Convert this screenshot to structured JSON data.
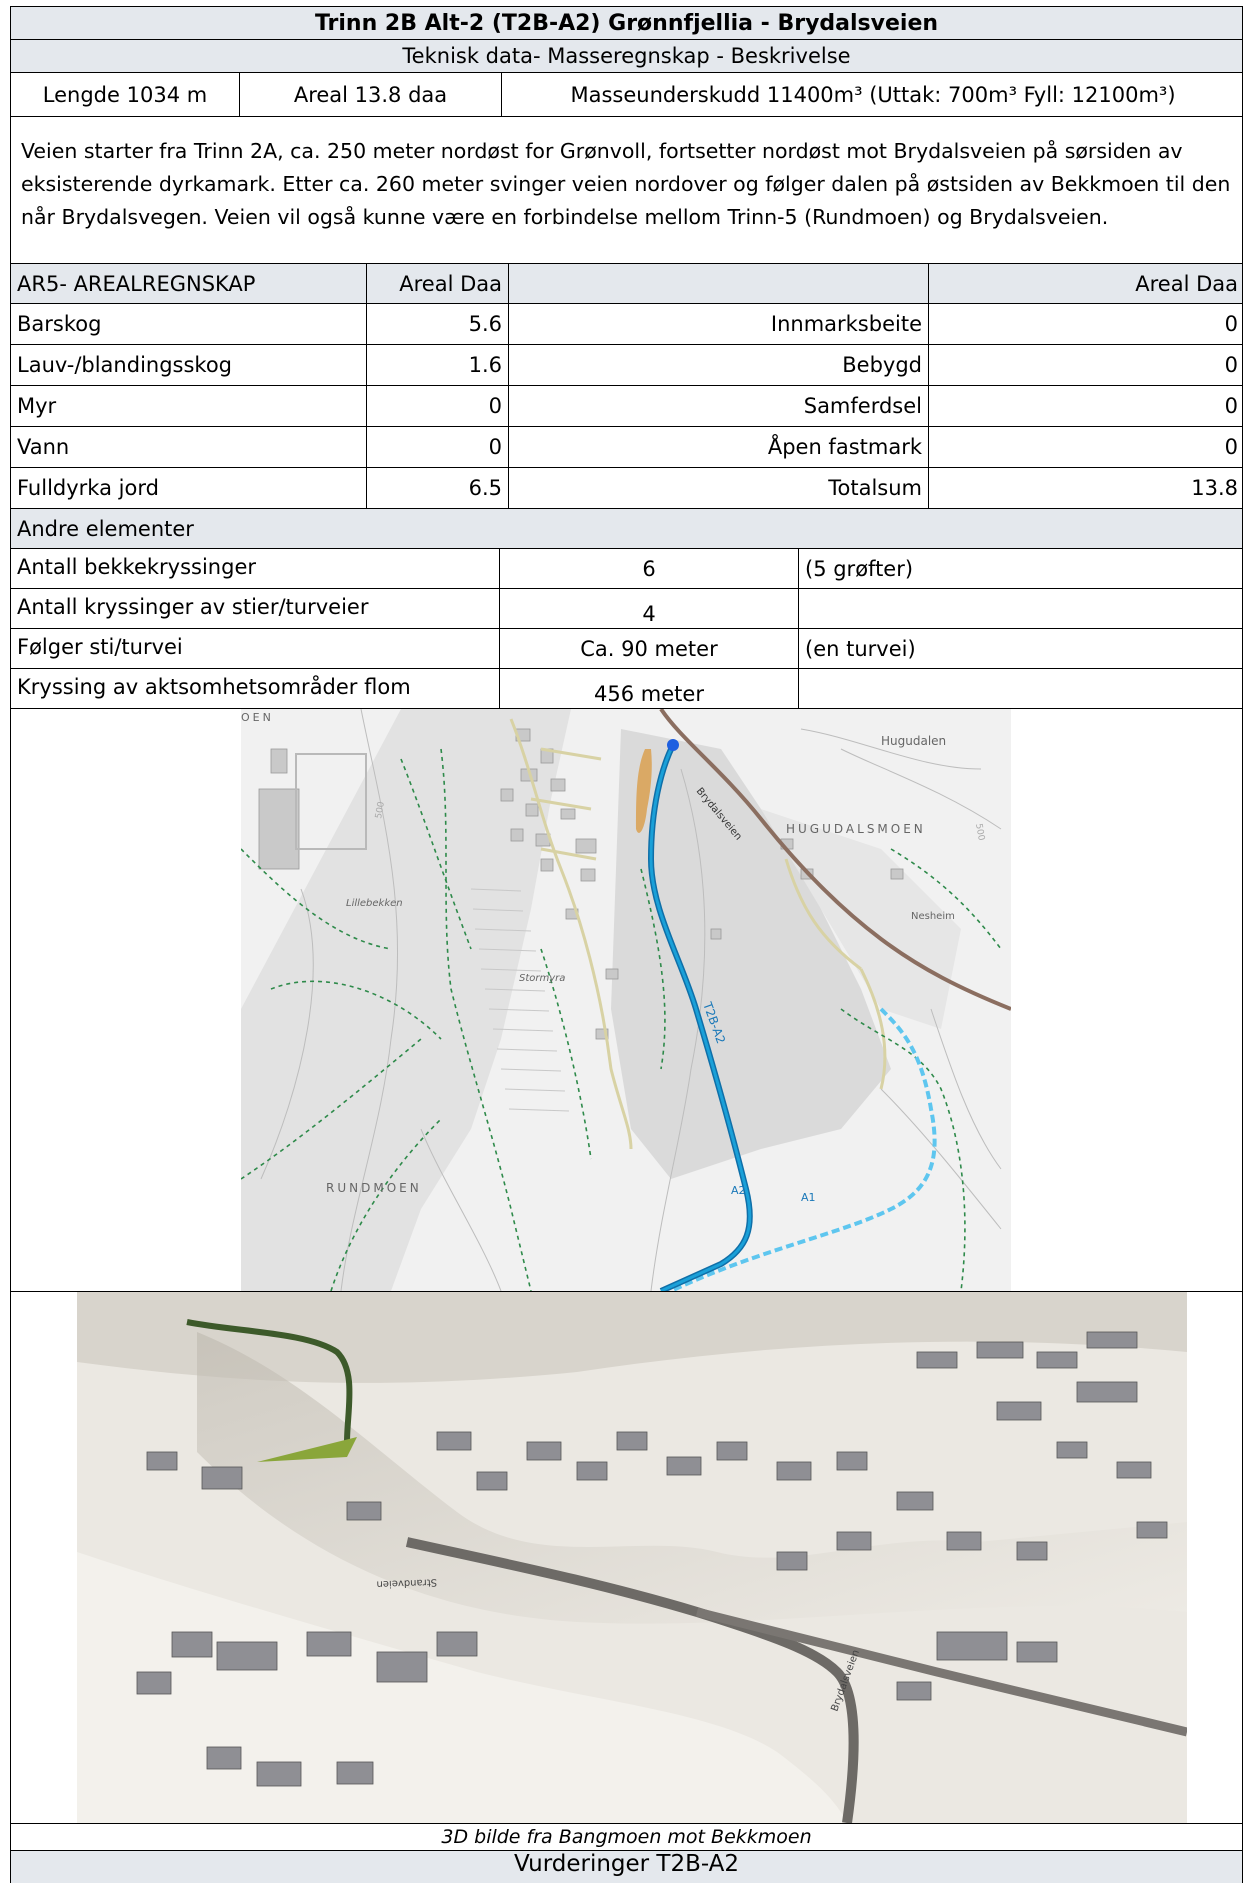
{
  "header": {
    "title": "Trinn 2B Alt-2 (T2B-A2) Grønnfjellia - Brydalsveien",
    "subtitle": "Teknisk data- Masseregnskap - Beskrivelse"
  },
  "tech": {
    "length": "Lengde 1034 m",
    "area": "Areal 13.8 daa",
    "mass": "Masseunderskudd 11400m³ (Uttak: 700m³ Fyll: 12100m³)"
  },
  "description": "Veien starter fra Trinn 2A, ca. 250 meter nordøst for Grønvoll, fortsetter nordøst mot Brydalsveien på sørsiden av eksisterende dyrkamark. Etter ca. 260 meter svinger veien nordover og følger dalen på østsiden av Bekkmoen til den når Brydalsvegen. Veien vil også kunne være en forbindelse mellom Trinn-5 (Rundmoen) og Brydalsveien.",
  "area_table": {
    "header_left": "AR5- AREALREGNSKAP",
    "header_area": "Areal Daa",
    "header_area_right": "Areal Daa",
    "rows": [
      {
        "left_label": "Barskog",
        "left_value": "5.6",
        "right_label": "Innmarksbeite",
        "right_value": "0"
      },
      {
        "left_label": "Lauv-/blandingsskog",
        "left_value": "1.6",
        "right_label": "Bebygd",
        "right_value": "0"
      },
      {
        "left_label": "Myr",
        "left_value": "0",
        "right_label": "Samferdsel",
        "right_value": "0"
      },
      {
        "left_label": "Vann",
        "left_value": "0",
        "right_label": "Åpen fastmark",
        "right_value": "0"
      },
      {
        "left_label": "Fulldyrka jord",
        "left_value": "6.5",
        "right_label": "Totalsum",
        "right_value": "13.8"
      }
    ]
  },
  "other": {
    "header": "Andre elementer",
    "rows": [
      {
        "label": "Antall bekkekryssinger",
        "value": "6",
        "note": "(5 grøfter)"
      },
      {
        "label": "Antall kryssinger av stier/turveier",
        "value": "4",
        "note": ""
      },
      {
        "label": "Følger sti/turvei",
        "value": "Ca. 90 meter",
        "note": "(en turvei)"
      },
      {
        "label": "Kryssing av aktsomhetsområder flom",
        "value": "456 meter",
        "note": ""
      }
    ]
  },
  "map": {
    "labels": {
      "moen": "OEN",
      "hugudalen": "Hugudalen",
      "brydalsveien": "Brydalsveien",
      "hugudalsmoen": "HUGUDALSMOEN",
      "nesheim": "Nesheim",
      "lillebekken": "Lillebekken",
      "stormyra": "Stormyra",
      "route": "T2B-A2",
      "rundmoen": "RUNDMOEN",
      "a2": "A2",
      "a1": "A1",
      "c500a": "500",
      "c500b": "500"
    },
    "colors": {
      "route": "#1aa0d8",
      "road": "#8b6e60",
      "fill": "#d9a050",
      "trail": "#2e8a4a"
    }
  },
  "photo": {
    "caption": "3D bilde fra Bangmoen mot Bekkmoen",
    "road_label_a": "Strandveien",
    "road_label_b": "Brydalsveien"
  },
  "footer": {
    "title": "Vurderinger T2B-A2"
  }
}
